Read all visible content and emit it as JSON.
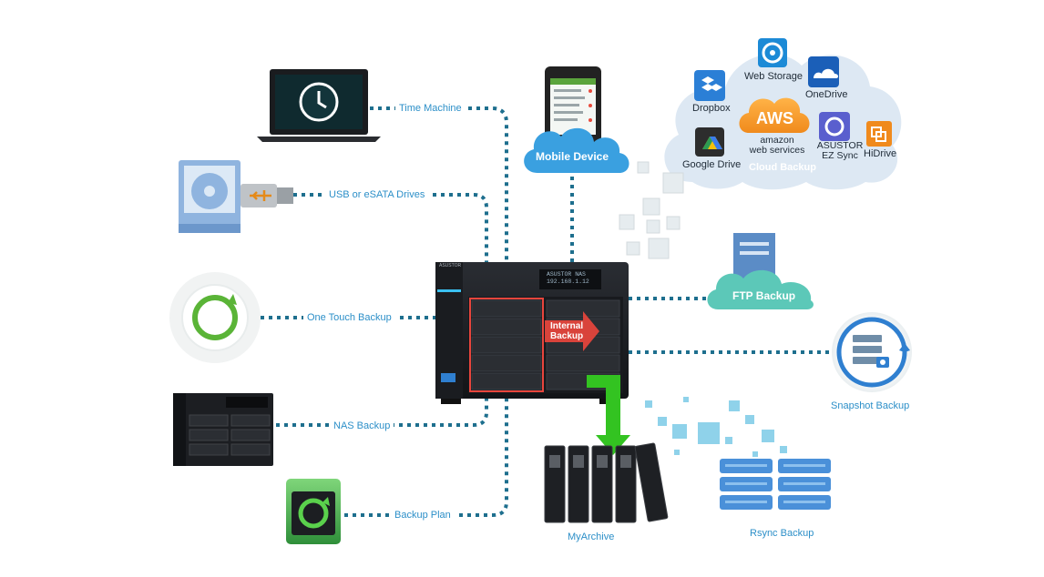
{
  "labels": {
    "time_machine": "Time Machine",
    "usb_esata": "USB or eSATA Drives",
    "one_touch": "One Touch Backup",
    "nas_backup": "NAS Backup",
    "backup_plan": "Backup Plan",
    "mobile_device": "Mobile Device",
    "ftp_backup": "FTP Backup",
    "snapshot_backup": "Snapshot Backup",
    "myarchive": "MyArchive",
    "rsync_backup": "Rsync Backup",
    "internal_backup_line1": "Internal",
    "internal_backup_line2": "Backup"
  },
  "cloud": {
    "title": "Cloud  Backup",
    "services": {
      "dropbox": "Dropbox",
      "web_storage": "Web Storage",
      "onedrive": "OneDrive",
      "aws_logo": "AWS",
      "aws_line1": "amazon",
      "aws_line2": "web services",
      "google_drive": "Google Drive",
      "ez_sync_line1": "ASUSTOR",
      "ez_sync_line2": "EZ Sync",
      "hidrive": "HiDrive"
    }
  },
  "nas": {
    "brand": "ASUSTOR",
    "lcd_line1": "ASUSTOR NAS",
    "lcd_line2": "192.168.1.12"
  },
  "colors": {
    "connector": "#1e6f8e",
    "label": "#2c8fc8",
    "cloud_fill": "#dde8f3",
    "teal": "#5cc8b8",
    "green_arrow": "#33c321",
    "red_arrow": "#e8453c",
    "archive_blue": "#4a90d9"
  },
  "icons": [
    "laptop-icon",
    "optical-drive-icon",
    "usb-stick-icon",
    "one-touch-icon",
    "nas-small-icon",
    "backup-plan-icon",
    "smartphone-icon",
    "dropbox-icon",
    "web-storage-icon",
    "onedrive-icon",
    "aws-icon",
    "google-drive-icon",
    "ez-sync-icon",
    "hidrive-icon",
    "ftp-server-icon",
    "snapshot-icon",
    "archive-drives-icon",
    "rsync-server-icon"
  ]
}
